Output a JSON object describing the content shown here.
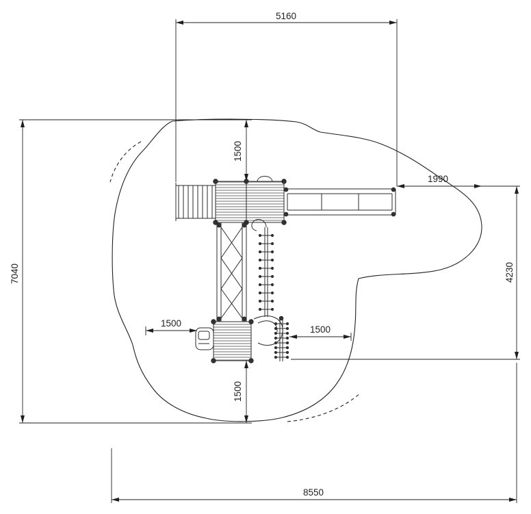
{
  "page": {
    "background": "#ffffff"
  },
  "drawing": {
    "line_color": "#1f1f1f",
    "dimensions": {
      "top_span": "5160",
      "top_clearance": "1500",
      "slide_runout": "1990",
      "overall_height": "7040",
      "right_height": "4230",
      "left_clearance": "1500",
      "right_clearance": "1500",
      "bottom_clearance": "1500",
      "overall_width": "8550"
    }
  }
}
